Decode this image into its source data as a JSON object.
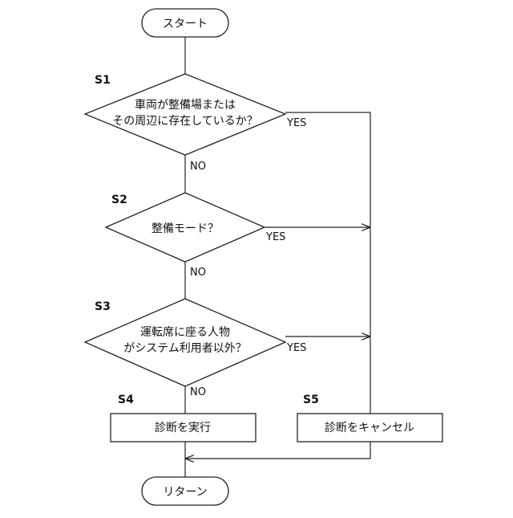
{
  "nodes": {
    "start": "スタート",
    "s1": {
      "step": "S1",
      "line1": "車両が整備場または",
      "line2": "その周辺に存在しているか？"
    },
    "s2": {
      "step": "S2",
      "line1": "整備モード？"
    },
    "s3": {
      "step": "S3",
      "line1": "運転席に座る人物",
      "line2": "がシステム利用者以外？"
    },
    "s4": {
      "step": "S4",
      "label": "診断を実行"
    },
    "s5": {
      "step": "S5",
      "label": "診断をキャンセル"
    },
    "end": "リターン"
  },
  "branches": {
    "s1_yes": "YES",
    "s1_no": "NO",
    "s2_yes": "YES",
    "s2_no": "NO",
    "s3_yes": "YES",
    "s3_no": "NO"
  }
}
